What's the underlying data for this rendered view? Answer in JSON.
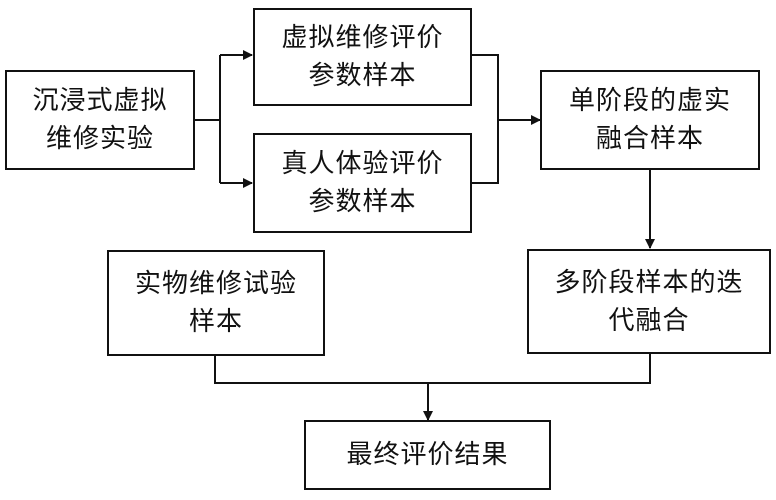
{
  "nodes": {
    "immersive_experiment": {
      "line1": "沉浸式虚拟",
      "line2": "维修实验"
    },
    "virtual_param_samples": {
      "line1": "虚拟维修评价",
      "line2": "参数样本"
    },
    "human_eval_samples": {
      "line1": "真人体验评价",
      "line2": "参数样本"
    },
    "single_stage_fusion": {
      "line1": "单阶段的虚实",
      "line2": "融合样本"
    },
    "physical_test_samples": {
      "line1": "实物维修试验",
      "line2": "样本"
    },
    "multi_stage_fusion": {
      "line1": "多阶段样本的迭",
      "line2": "代融合"
    },
    "final_result": {
      "line1": "最终评价结果"
    }
  },
  "colors": {
    "stroke": "#111111",
    "background": "#ffffff"
  }
}
